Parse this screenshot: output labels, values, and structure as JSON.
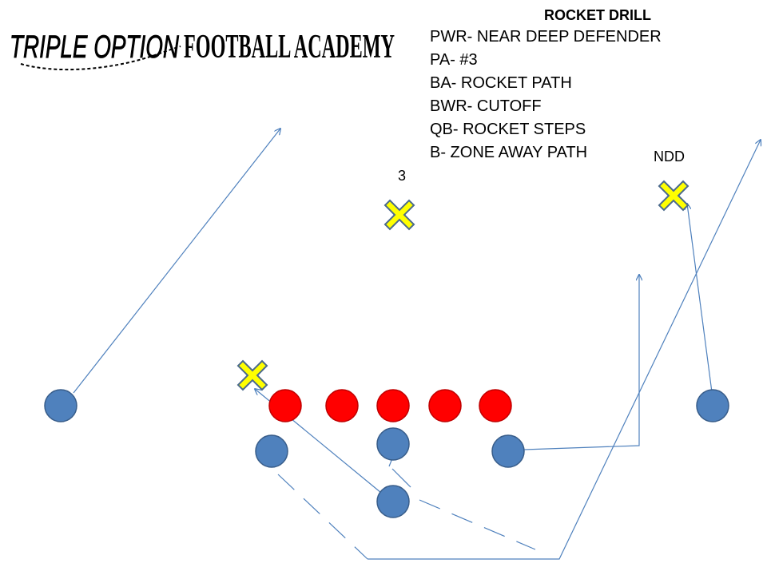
{
  "logo": {
    "text_left": "TRIPLE OPTION",
    "text_right": "FOOTBALL ACADEMY"
  },
  "notes": {
    "title": "ROCKET DRILL",
    "assignments": [
      "PWR- NEAR DEEP DEFENDER",
      "PA- #3",
      "BA- ROCKET PATH",
      "BWR- CUTOFF",
      "QB- ROCKET STEPS",
      "B- ZONE AWAY PATH"
    ]
  },
  "labels": {
    "defender_3": "3",
    "defender_ndd": "NDD"
  },
  "colors": {
    "offense_fill": "#4F81BD",
    "offense_stroke": "#385D8A",
    "line_fill": "#FF0000",
    "line_stroke": "#C00000",
    "defender_fill": "#FFFF00",
    "defender_stroke": "#4B6A8C",
    "route_color": "#4F81BD"
  }
}
